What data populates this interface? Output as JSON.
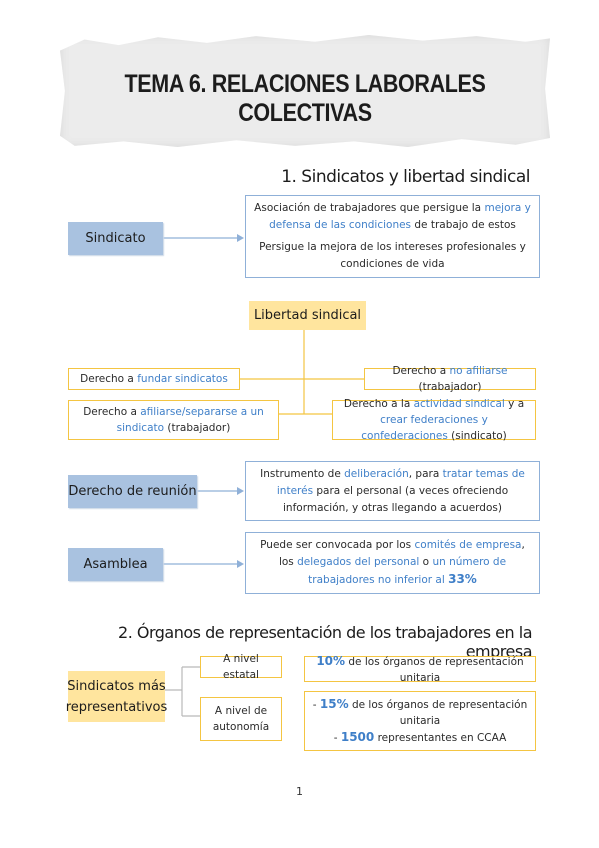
{
  "title": "TEMA 6. RELACIONES LABORALES COLECTIVAS",
  "section1": {
    "heading": "1. Sindicatos y libertad sindical",
    "sindicato": {
      "label": "Sindicato",
      "def1_a": "Asociación de trabajadores que persigue la ",
      "def1_hl": "mejora y defensa de las condiciones",
      "def1_b": " de trabajo de estos",
      "def2": "Persigue la mejora de los intereses profesionales y condiciones de vida"
    },
    "libertad": {
      "label": "Libertad sindical",
      "items": [
        {
          "pre": "Derecho a ",
          "hl": "fundar sindicatos",
          "post": ""
        },
        {
          "pre": "Derecho a ",
          "hl": "no afiliarse",
          "post": " (trabajador)"
        },
        {
          "pre": "Derecho a ",
          "hl": "afiliarse/separarse a un sindicato",
          "post": " (trabajador)"
        },
        {
          "pre": "Derecho a la ",
          "hl": "actividad sindical",
          "mid": " y a ",
          "hl2": "crear federaciones y confederaciones",
          "post": " (sindicato)"
        }
      ]
    },
    "reunion": {
      "label": "Derecho de reunión",
      "t1": "Instrumento de ",
      "h1": "deliberación",
      "t2": ", para ",
      "h2": "tratar temas de interés",
      "t3": " para el personal (a veces ofreciendo información, y otras llegando a acuerdos)"
    },
    "asamblea": {
      "label": "Asamblea",
      "t1": "Puede ser convocada por los ",
      "h1": "comités de empresa",
      "t2": ", los ",
      "h2": "delegados del personal",
      "t3": " o ",
      "h3": "un número de trabajadores no inferior al ",
      "h4": "33%"
    }
  },
  "section2": {
    "heading": "2. Órganos de representación de los trabajadores en la empresa",
    "label": "Sindicatos más representativos",
    "estatal": "A nivel estatal",
    "autonomia": "A nivel de autonomía",
    "estatal_pct": "10%",
    "estatal_text": " de los órganos de representación unitaria",
    "auto_dash1": "- ",
    "auto_pct": "15%",
    "auto_text": " de los órganos de representación unitaria",
    "auto_dash2": "- ",
    "auto_num": "1500",
    "auto_text2": " representantes en CCAA"
  },
  "page_number": "1",
  "colors": {
    "blue_label": "#a9c2e0",
    "yellow_label": "#ffe59e",
    "blue_border": "#8fb0d8",
    "yellow_border": "#f4c542",
    "highlight": "#3f7fc8"
  }
}
